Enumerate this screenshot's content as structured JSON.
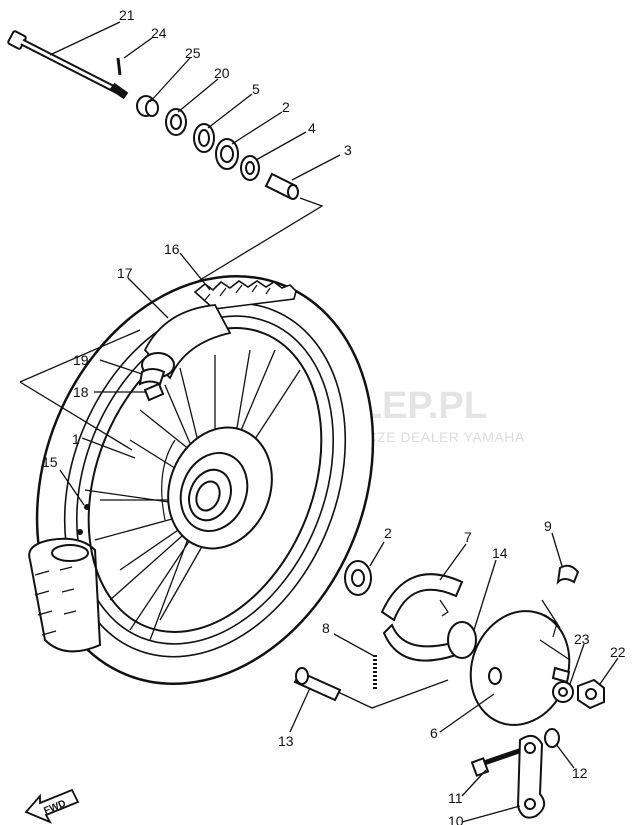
{
  "watermark": {
    "line1": "YAMA-SKLEP.PL",
    "line2": "SKLEP SIECHOWICZE DEALER YAMAHA"
  },
  "fwd_label": "FWD",
  "callouts": {
    "c21": "21",
    "c24": "24",
    "c25": "25",
    "c20": "20",
    "c5": "5",
    "c2a": "2",
    "c4": "4",
    "c3": "3",
    "c16": "16",
    "c17": "17",
    "c19": "19",
    "c18": "18",
    "c1": "1",
    "c15": "15",
    "c2b": "2",
    "c7": "7",
    "c14": "14",
    "c9": "9",
    "c8": "8",
    "c23": "23",
    "c22": "22",
    "c13": "13",
    "c6": "6",
    "c12": "12",
    "c11": "11",
    "c10": "10"
  }
}
